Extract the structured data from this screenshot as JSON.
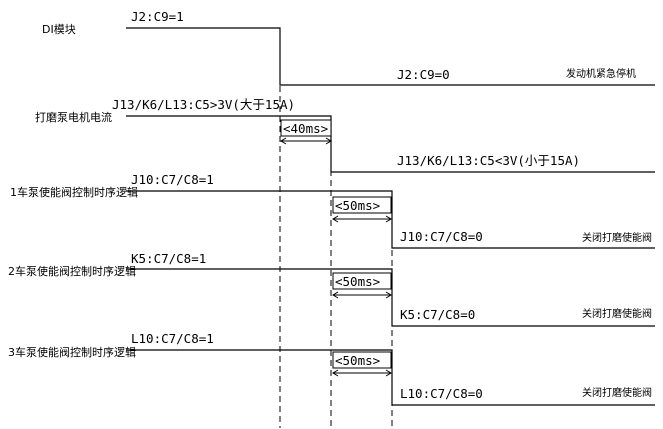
{
  "rows": {
    "di": {
      "label": "DI模块",
      "high_text": "J2:C9=1",
      "low_text": "J2:C9=0",
      "low_note": "发动机紧急停机"
    },
    "pump": {
      "label": "打磨泵电机电流",
      "high_text": "J13/K6/L13:C5>3V(大于15A)",
      "low_text": "J13/K6/L13:C5<3V(小于15A)"
    },
    "car1": {
      "label": "1车泵使能阀控制时序逻辑",
      "high_text": "J10:C7/C8=1",
      "low_text": "J10:C7/C8=0",
      "low_note": "关闭打磨使能阀"
    },
    "car2": {
      "label": "2车泵使能阀控制时序逻辑",
      "high_text": "K5:C7/C8=1",
      "low_text": "K5:C7/C8=0",
      "low_note": "关闭打磨使能阀"
    },
    "car3": {
      "label": "3车泵使能阀控制时序逻辑",
      "high_text": "L10:C7/C8=1",
      "low_text": "L10:C7/C8=0",
      "low_note": "关闭打磨使能阀"
    }
  },
  "delays": {
    "d1": "<40ms>",
    "d2": "<50ms>",
    "d3": "<50ms>",
    "d4": "<50ms>"
  }
}
